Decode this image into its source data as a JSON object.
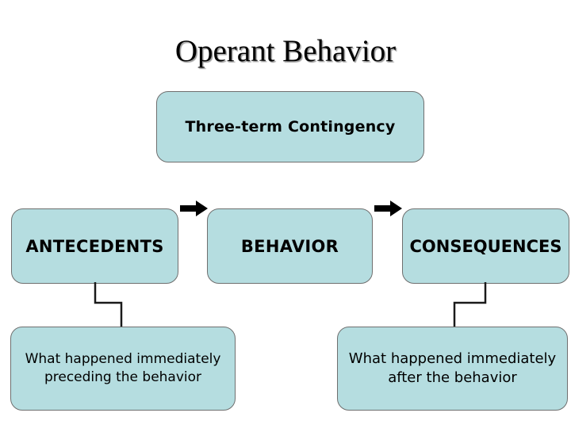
{
  "slide": {
    "title": "Operant Behavior",
    "background_color": "#ffffff"
  },
  "theme": {
    "box_fill": "#b5dde0",
    "box_border": "#6f6f6f",
    "text_color": "#000000",
    "arrow_color": "#000000",
    "connector_color": "#1a1a1a"
  },
  "diagram": {
    "header_box": {
      "label": "Three-term Contingency"
    },
    "row_boxes": [
      {
        "label": "ANTECEDENTS"
      },
      {
        "label": "BEHAVIOR"
      },
      {
        "label": "CONSEQUENCES"
      }
    ],
    "description_boxes": [
      {
        "label": "What happened immediately preceding the behavior"
      },
      {
        "label": "What happened immediately after the behavior"
      }
    ],
    "arrows": [
      {
        "name": "antecedents-to-behavior",
        "direction": "right"
      },
      {
        "name": "behavior-to-consequences",
        "direction": "right"
      }
    ],
    "connectors": [
      {
        "name": "antecedents-to-description",
        "shape": "elbow-down-right"
      },
      {
        "name": "consequences-to-description",
        "shape": "elbow-down-left"
      }
    ]
  }
}
